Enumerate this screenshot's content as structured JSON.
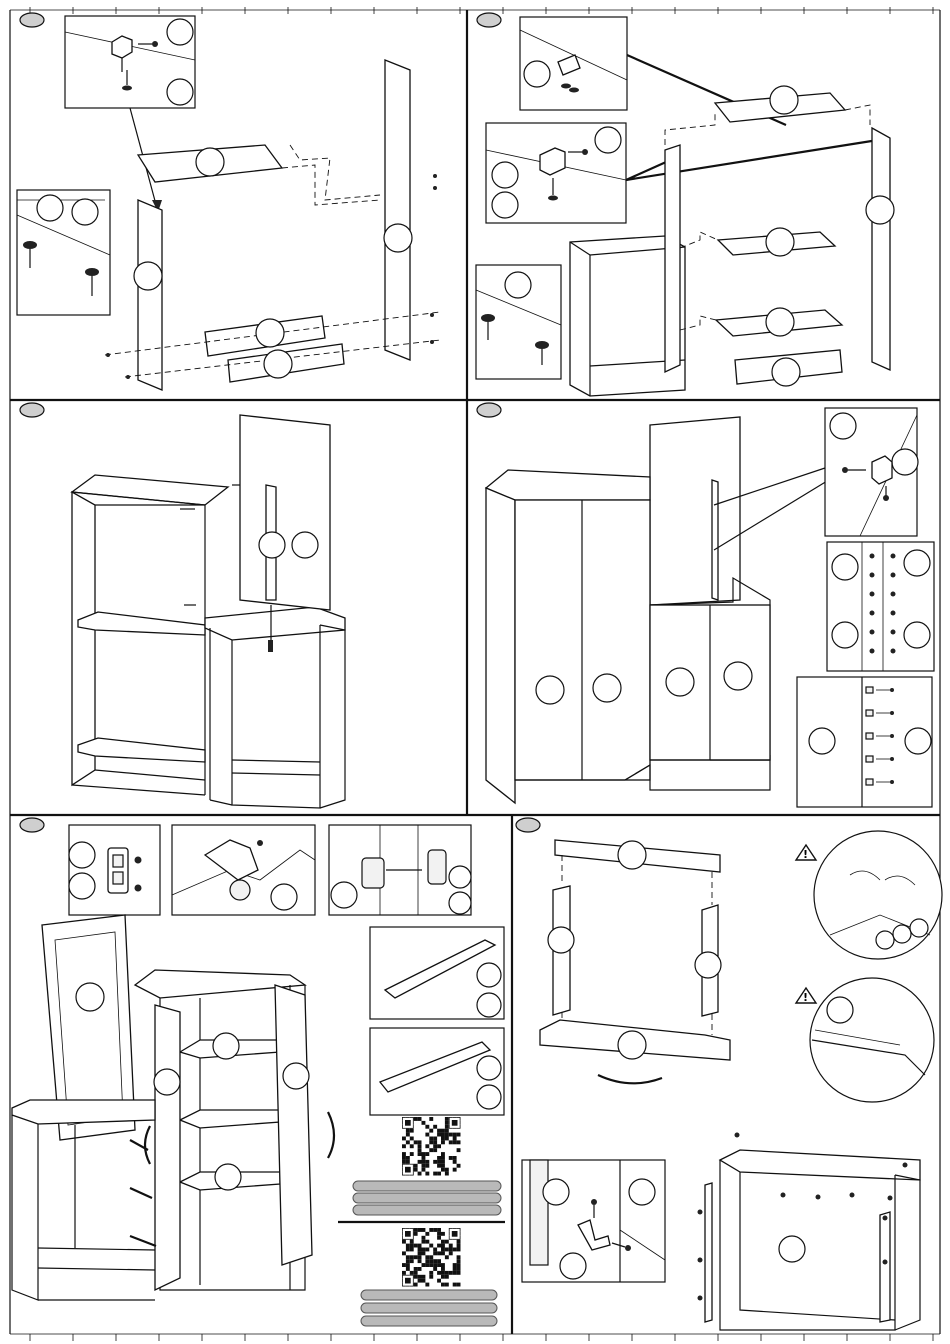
{
  "sheet": {
    "steps": [
      {
        "id": "step-1"
      },
      {
        "id": "step-2"
      },
      {
        "id": "step-3"
      },
      {
        "id": "step-4"
      },
      {
        "id": "step-5"
      },
      {
        "id": "step-6"
      }
    ],
    "warning_symbol": "!",
    "icons": [
      "screw-icon",
      "bracket-icon",
      "hinge-icon",
      "drawer-rail-icon",
      "qr-code-icon",
      "warning-icon",
      "handle-icon"
    ]
  }
}
